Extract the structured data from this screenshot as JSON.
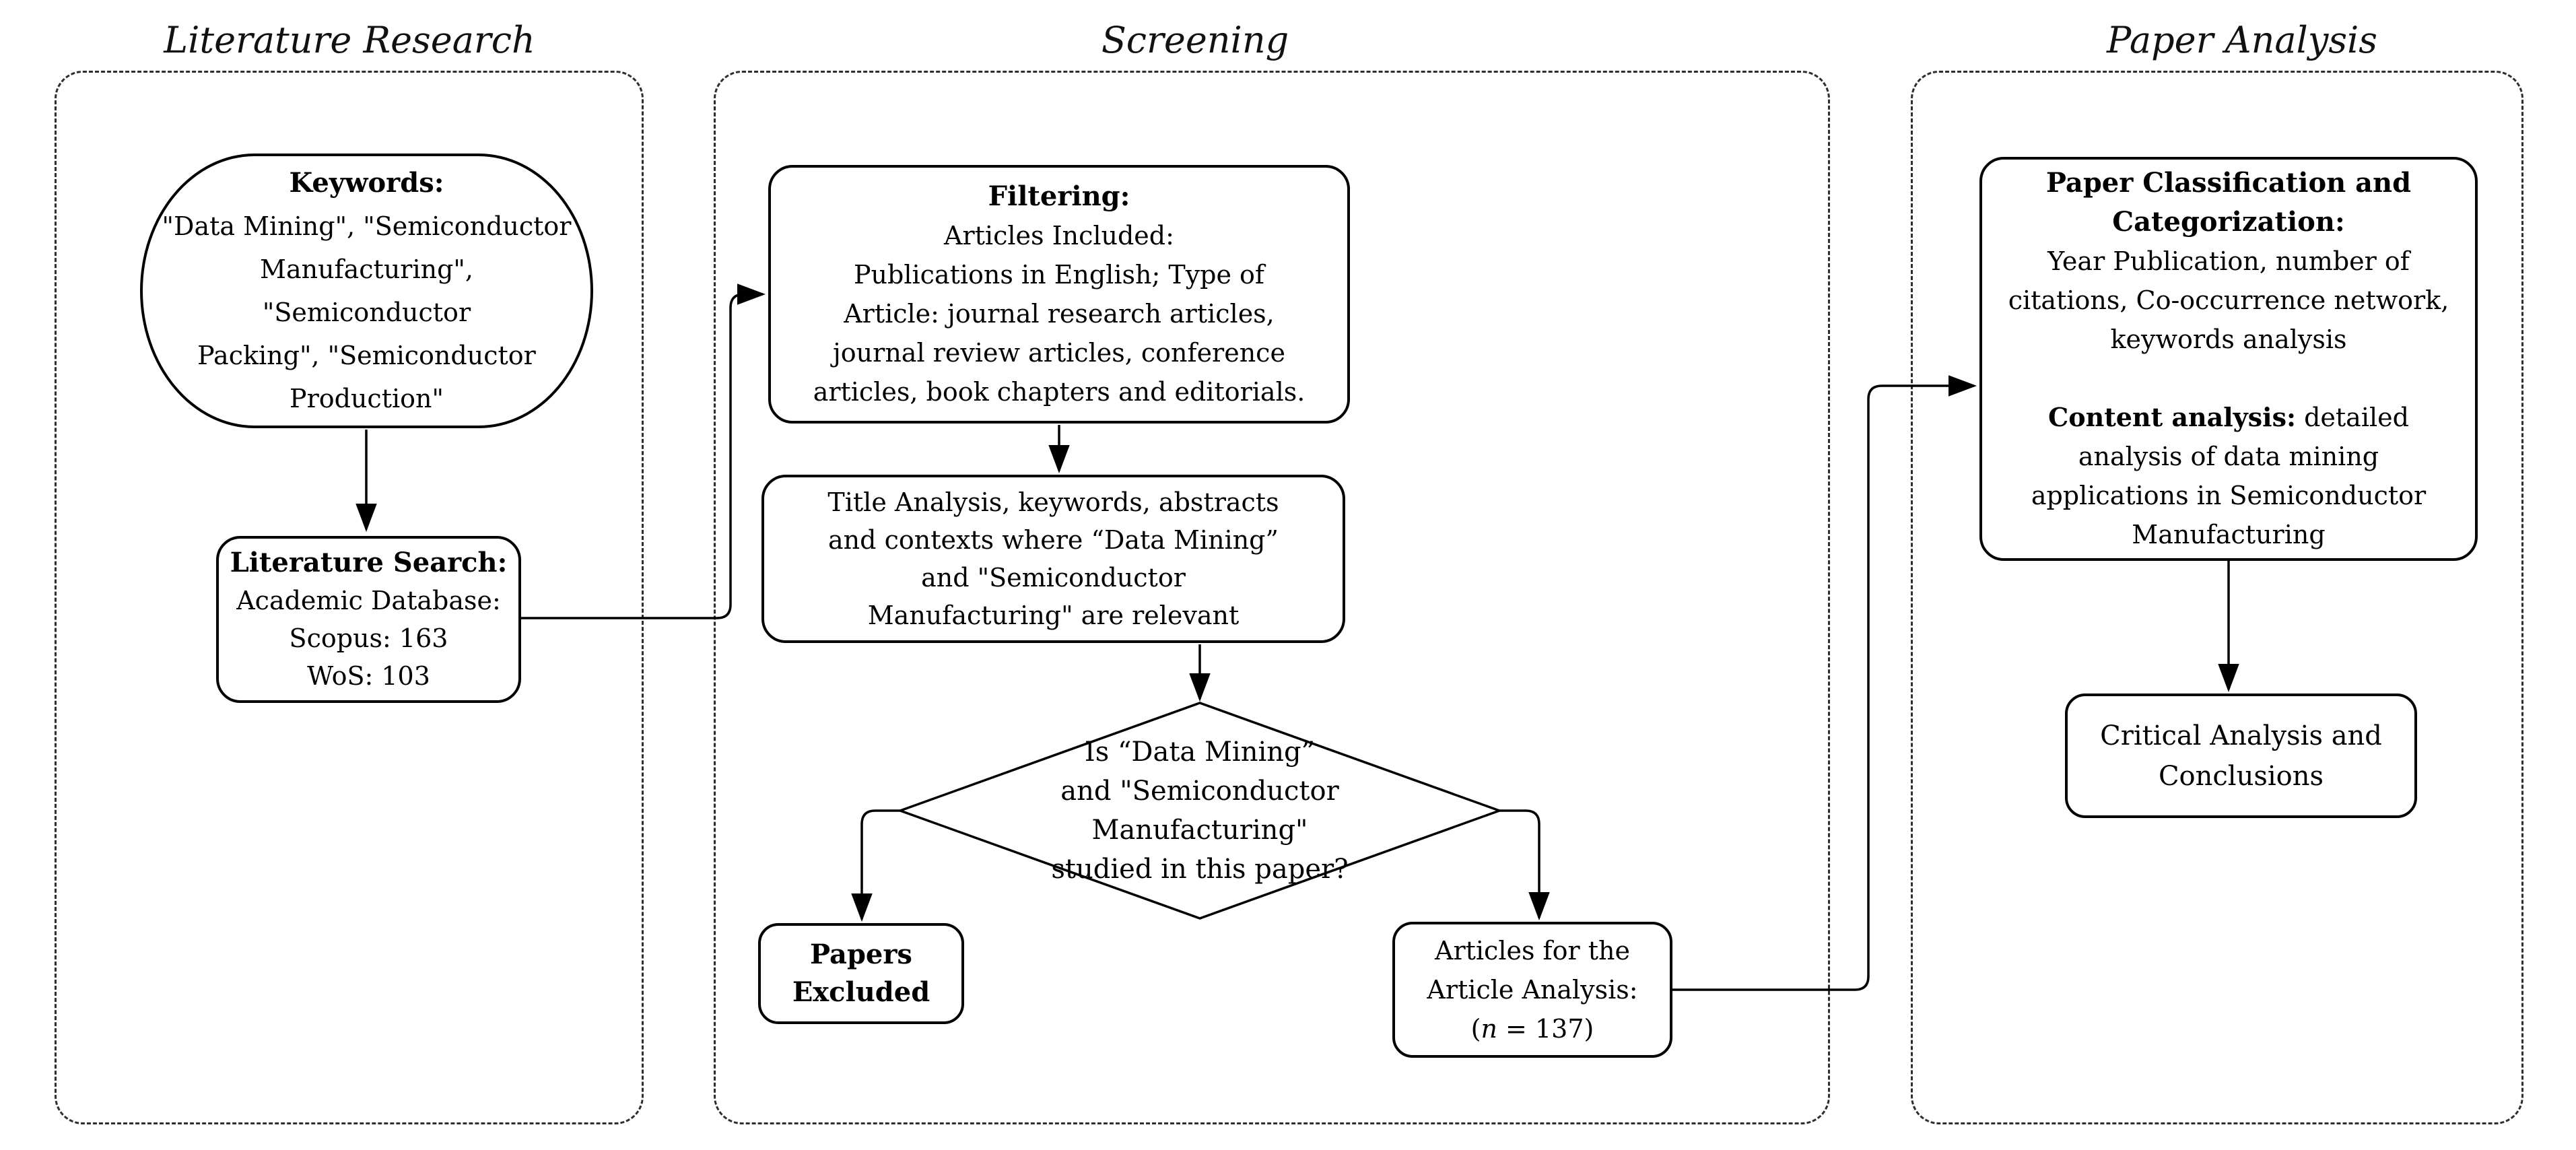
{
  "page": {
    "background": "#ffffff",
    "ink": "#000000",
    "dashed_border": "#2e2e2e"
  },
  "sections": {
    "literature_research": {
      "title": "Literature Research"
    },
    "screening": {
      "title": "Screening"
    },
    "paper_analysis": {
      "title": "Paper Analysis"
    }
  },
  "nodes": {
    "keywords": {
      "caption": "Keywords:",
      "body": "\"Data Mining\", \"Semiconductor\nManufacturing\", \"Semiconductor\nPacking\", \"Semiconductor\nProduction\""
    },
    "literature_search": {
      "caption": "Literature Search:",
      "body": "Academic Database:\nScopus: 163\nWoS: 103"
    },
    "filtering": {
      "caption": "Filtering:",
      "body": "Articles Included:\nPublications in English; Type of\nArticle: journal research articles,\njournal review articles, conference\narticles, book chapters and editorials."
    },
    "title_analysis": {
      "body": "Title Analysis, keywords, abstracts\nand contexts where “Data Mining”\nand \"Semiconductor\nManufacturing\" are relevant"
    },
    "decision": {
      "body": "Is “Data Mining”\nand \"Semiconductor Manufacturing\"\nstudied in this paper?"
    },
    "papers_excluded": {
      "caption": "Papers\nExcluded"
    },
    "articles_for_analysis": {
      "body": "Articles for the\nArticle Analysis:",
      "count_open": "(",
      "count_symbol": "n",
      "count_rest": " = 137)"
    },
    "paper_classification": {
      "caption": "Paper Classification and\nCategorization:",
      "body1": "Year Publication, number of\ncitations, Co-occurrence network,\nkeywords analysis",
      "body2_bold": "Content analysis:",
      "body2_rest": " detailed\nanalysis of data mining\napplications in Semiconductor\nManufacturing"
    },
    "critical_analysis": {
      "body": "Critical Analysis and\nConclusions"
    }
  }
}
